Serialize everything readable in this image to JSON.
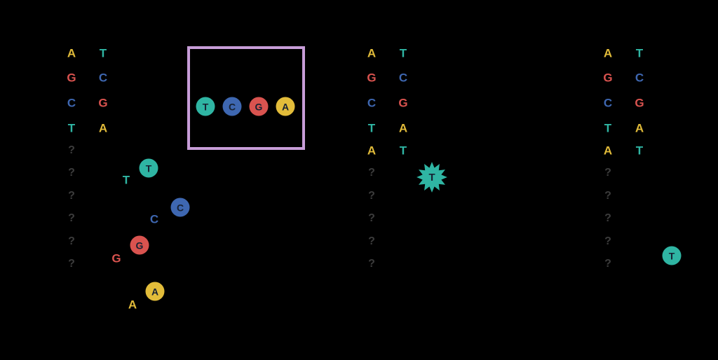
{
  "colors": {
    "background": "#000000",
    "adenine_yellow": "#E2BC3A",
    "thymine_teal": "#2FB5A3",
    "guanine_red": "#D9534F",
    "cytosine_blue": "#3E67B1",
    "question_mark_gray": "#3C3C3C",
    "pool_box_border_purple": "#C79DD8",
    "circle_letter_dark": "#172233"
  },
  "nucleotide_pool_box": {
    "circles": [
      {
        "base": "T"
      },
      {
        "base": "C"
      },
      {
        "base": "G"
      },
      {
        "base": "A"
      }
    ]
  },
  "panels": {
    "left": {
      "pairs": [
        {
          "left": "A",
          "right": "T"
        },
        {
          "left": "G",
          "right": "C"
        },
        {
          "left": "C",
          "right": "G"
        },
        {
          "left": "T",
          "right": "A"
        }
      ],
      "question_marks": [
        "?",
        "?",
        "?",
        "?",
        "?",
        "?"
      ],
      "free_nucleotides": [
        {
          "label": "T",
          "circle": "T"
        },
        {
          "label": "C",
          "circle": "C"
        },
        {
          "label": "G",
          "circle": "G"
        },
        {
          "label": "A",
          "circle": "A"
        }
      ]
    },
    "middle": {
      "pairs": [
        {
          "left": "A",
          "right": "T"
        },
        {
          "left": "G",
          "right": "C"
        },
        {
          "left": "C",
          "right": "G"
        },
        {
          "left": "T",
          "right": "A"
        },
        {
          "left": "A",
          "right": "T"
        }
      ],
      "question_marks": [
        "?",
        "?",
        "?",
        "?",
        "?"
      ],
      "incoming_nucleotide": {
        "base": "T"
      }
    },
    "right": {
      "pairs": [
        {
          "left": "A",
          "right": "T"
        },
        {
          "left": "G",
          "right": "C"
        },
        {
          "left": "C",
          "right": "G"
        },
        {
          "left": "T",
          "right": "A"
        },
        {
          "left": "A",
          "right": "T"
        }
      ],
      "question_marks": [
        "?",
        "?",
        "?",
        "?",
        "?"
      ],
      "incoming_nucleotide": {
        "base": "T"
      }
    }
  }
}
